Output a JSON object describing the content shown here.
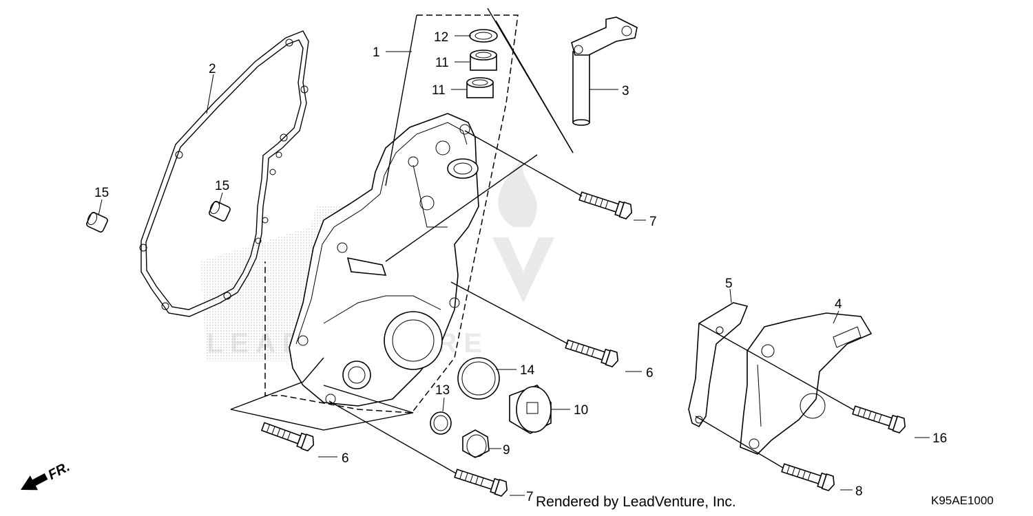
{
  "callouts": {
    "c1": "1",
    "c2": "2",
    "c3": "3",
    "c4": "4",
    "c5": "5",
    "c6a": "6",
    "c6b": "6",
    "c7a": "7",
    "c7b": "7",
    "c8": "8",
    "c9": "9",
    "c10": "10",
    "c11a": "11",
    "c11b": "11",
    "c12": "12",
    "c13": "13",
    "c14": "14",
    "c15a": "15",
    "c15b": "15",
    "c16": "16"
  },
  "direction_label": "FR.",
  "watermark_text": "LEADVENTURE",
  "footer": {
    "credit": "Rendered by LeadVenture, Inc.",
    "diagram_code": "K95AE1000"
  }
}
